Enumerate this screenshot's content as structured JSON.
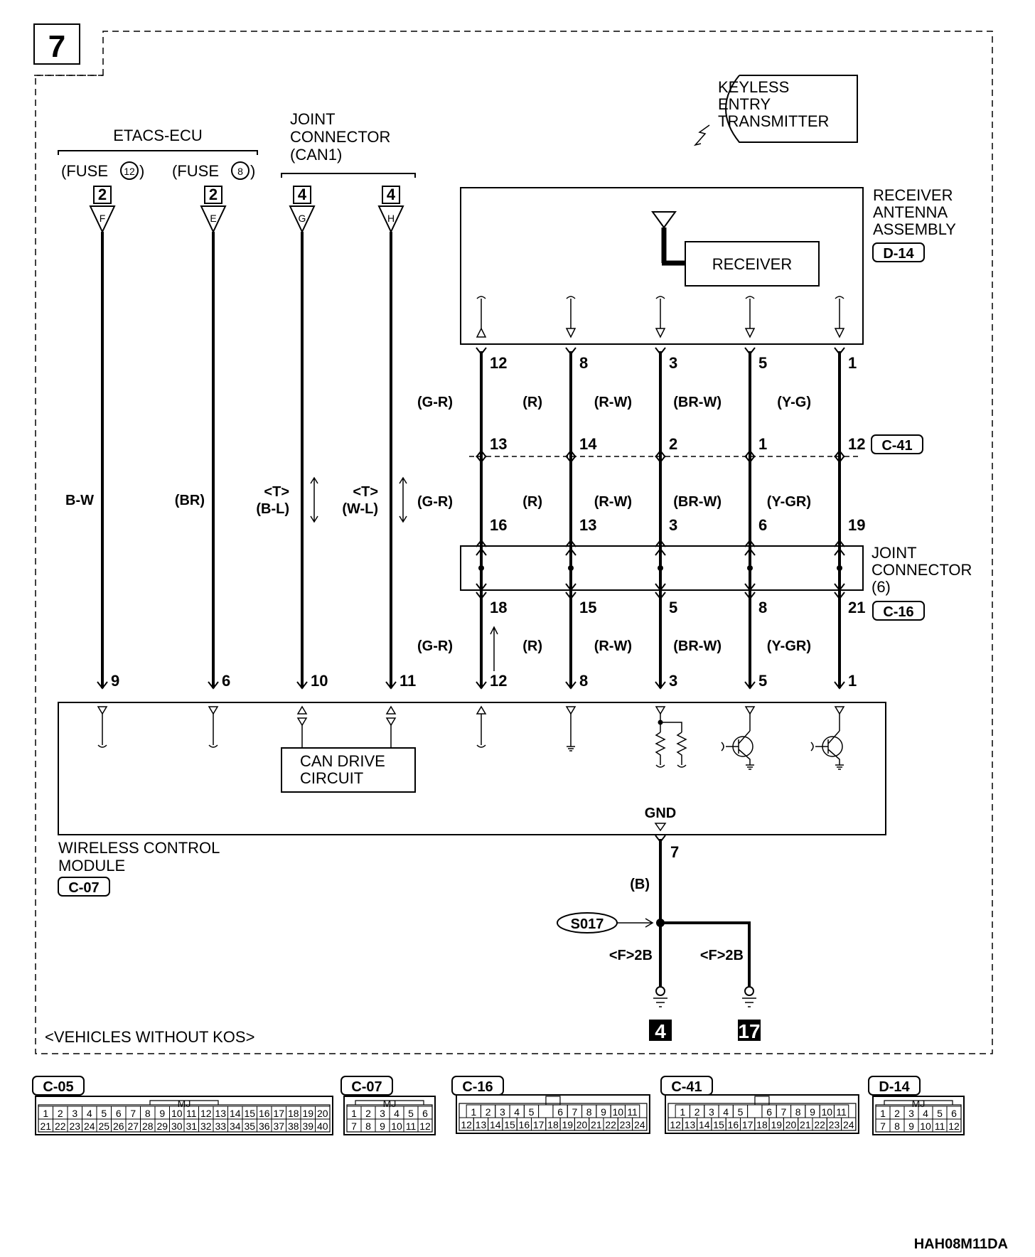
{
  "page_number": "7",
  "drawing_code": "HAH08M11DA",
  "footnote": "<VEHICLES WITHOUT KOS>",
  "transmitter": [
    "KEYLESS",
    "ENTRY",
    "TRANSMITTER"
  ],
  "receiver_assembly": {
    "name": [
      "RECEIVER",
      "ANTENNA",
      "ASSEMBLY"
    ],
    "code": "D-14",
    "receiver": "RECEIVER"
  },
  "etacs": {
    "name": "ETACS-ECU",
    "fuse_a": "(FUSE",
    "fuse_a_num": "12",
    "fuse_b": "(FUSE",
    "fuse_b_num": "8",
    "close": ")"
  },
  "can_joint": {
    "name": [
      "JOINT",
      "CONNECTOR",
      "(CAN1)"
    ]
  },
  "top_connectors": [
    {
      "box": "2",
      "letter": "F",
      "wire": "B-W",
      "pin_bottom": "9"
    },
    {
      "box": "2",
      "letter": "E",
      "wire": "(BR)",
      "pin_bottom": "6"
    },
    {
      "box": "4",
      "letter": "G",
      "wire_top": "<T>",
      "wire": "(B-L)",
      "pin_bottom": "10"
    },
    {
      "box": "4",
      "letter": "H",
      "wire_top": "<T>",
      "wire": "(W-L)",
      "pin_bottom": "11"
    }
  ],
  "harness_columns": [
    {
      "p1": "12",
      "c1": "(G-R)",
      "p2": "13",
      "c2": "(G-R)",
      "p3": "16",
      "p4": "18",
      "c3": "(G-R)",
      "p5": "12"
    },
    {
      "p1": "8",
      "c1": "(R)",
      "p2": "14",
      "c2": "(R)",
      "p3": "13",
      "p4": "15",
      "c3": "(R)",
      "p5": "8"
    },
    {
      "p1": "3",
      "c1": "(R-W)",
      "p2": "2",
      "c2": "(R-W)",
      "p3": "3",
      "p4": "5",
      "c3": "(R-W)",
      "p5": "3"
    },
    {
      "p1": "5",
      "c1": "(BR-W)",
      "p2": "1",
      "c2": "(BR-W)",
      "p3": "6",
      "p4": "8",
      "c3": "(BR-W)",
      "p5": "5"
    },
    {
      "p1": "1",
      "c1": "(Y-G)",
      "p2": "12",
      "c2": "(Y-GR)",
      "p3": "19",
      "p4": "21",
      "c3": "(Y-GR)",
      "p5": "1"
    }
  ],
  "connector_c41": "C-41",
  "joint_connector_6": {
    "name": [
      "JOINT",
      "CONNECTOR",
      "(6)"
    ],
    "code": "C-16"
  },
  "module": {
    "name": [
      "WIRELESS CONTROL",
      "MODULE"
    ],
    "code": "C-07",
    "can_drive": [
      "CAN DRIVE",
      "CIRCUIT"
    ],
    "gnd": "GND"
  },
  "ground": {
    "pin": "7",
    "wire": "(B)",
    "splice": "S017",
    "branch_a": "<F>2B",
    "branch_b": "<F>2B",
    "ref_a": "4",
    "ref_b": "17"
  },
  "connector_views": [
    {
      "code": "C-05",
      "rows": [
        [
          "1",
          "2",
          "3",
          "4",
          "5",
          "6",
          "7",
          "8",
          "9",
          "10",
          "11",
          "12",
          "13",
          "14",
          "15",
          "16",
          "17",
          "18",
          "19",
          "20"
        ],
        [
          "21",
          "22",
          "23",
          "24",
          "25",
          "26",
          "27",
          "28",
          "29",
          "30",
          "31",
          "32",
          "33",
          "34",
          "35",
          "36",
          "37",
          "38",
          "39",
          "40"
        ]
      ],
      "tag": "MJ"
    },
    {
      "code": "C-07",
      "rows": [
        [
          "1",
          "2",
          "3",
          "4",
          "5",
          "6"
        ],
        [
          "7",
          "8",
          "9",
          "10",
          "11",
          "12"
        ]
      ],
      "tag": "MJ"
    },
    {
      "code": "C-16",
      "rows": [
        [
          "1",
          "2",
          "3",
          "4",
          "5",
          "",
          "6",
          "7",
          "8",
          "9",
          "10",
          "11"
        ],
        [
          "12",
          "13",
          "14",
          "15",
          "16",
          "17",
          "18",
          "19",
          "20",
          "21",
          "22",
          "23",
          "24"
        ]
      ],
      "tag": ""
    },
    {
      "code": "C-41",
      "rows": [
        [
          "1",
          "2",
          "3",
          "4",
          "5",
          "",
          "6",
          "7",
          "8",
          "9",
          "10",
          "11"
        ],
        [
          "12",
          "13",
          "14",
          "15",
          "16",
          "17",
          "18",
          "19",
          "20",
          "21",
          "22",
          "23",
          "24"
        ]
      ],
      "tag": ""
    },
    {
      "code": "D-14",
      "rows": [
        [
          "1",
          "2",
          "3",
          "4",
          "5",
          "6"
        ],
        [
          "7",
          "8",
          "9",
          "10",
          "11",
          "12"
        ]
      ],
      "tag": "MJ"
    }
  ]
}
